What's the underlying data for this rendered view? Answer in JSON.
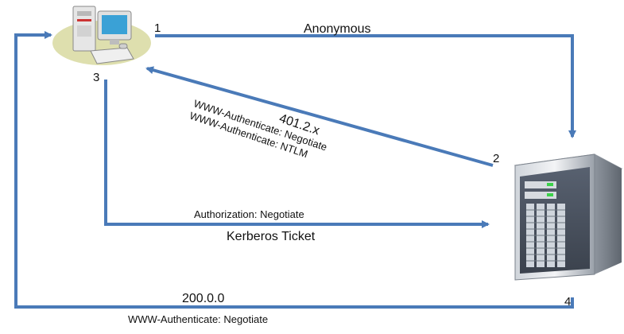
{
  "diagram": {
    "step_numbers": {
      "n1": "1",
      "n2": "2",
      "n3": "3",
      "n4": "4"
    },
    "labels": {
      "anonymous": "Anonymous",
      "status_401": "401.2.x",
      "www_auth_negotiate": "WWW-Authenticate: Negotiate",
      "www_auth_ntlm": "WWW-Authenticate: NTLM",
      "authorization_negotiate": "Authorization: Negotiate",
      "kerberos_ticket": "Kerberos Ticket",
      "status_200": "200.0.0",
      "www_auth_negotiate_bottom": "WWW-Authenticate: Negotiate"
    },
    "icons": {
      "client": "client-computer-icon",
      "server": "server-tower-icon"
    },
    "colors": {
      "arrow": "#4a7ab8"
    }
  }
}
